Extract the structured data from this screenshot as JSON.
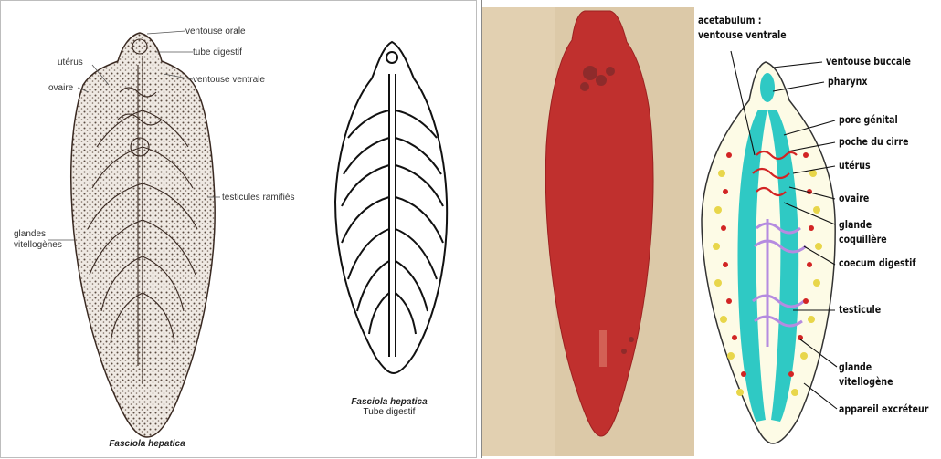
{
  "left_figure": {
    "labels": {
      "ventouse_orale": "ventouse orale",
      "tube_digestif": "tube digestif",
      "uterus": "utérus",
      "ovaire": "ovaire",
      "ventouse_ventrale": "ventouse ventrale",
      "testicules": "testicules ramifiés",
      "glandes_1": "glandes",
      "glandes_2": "vitellogènes"
    },
    "caption_whole": "Fasciola hepatica",
    "caption_digestive_species": "Fasciola hepatica",
    "caption_digestive_sub": "Tube digestif"
  },
  "right_figure": {
    "labels": {
      "acetabulum_1": "acetabulum :",
      "acetabulum_2": "ventouse ventrale",
      "ventouse_buccale": "ventouse buccale",
      "pharynx": "pharynx",
      "pore_genital": "pore génital",
      "poche_cirre": "poche du cirre",
      "uterus": "utérus",
      "ovaire": "ovaire",
      "glande_coquillere_1": "glande",
      "glande_coquillere_2": "coquillère",
      "coecum": "coecum digestif",
      "testicule": "testicule",
      "glande_vitellogene_1": "glande",
      "glande_vitellogene_2": "vitellogène",
      "appareil_excreteur": "appareil excréteur"
    }
  },
  "colors": {
    "specimen_red": "#c0302e",
    "photo_background": "#d9c7a6",
    "digestive_cyan": "#2fc9c4",
    "testis_violet": "#b58be0",
    "vitelline_yellow": "#e8d64a",
    "uterus_red": "#d22424"
  }
}
